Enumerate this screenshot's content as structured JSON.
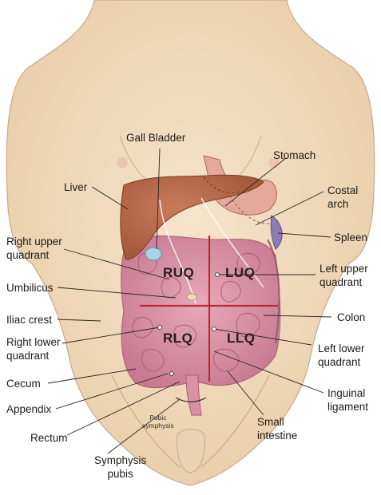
{
  "labels": {
    "gall_bladder": "Gall Bladder",
    "stomach": "Stomach",
    "liver": "Liver",
    "costal_arch": [
      "Costal",
      "arch"
    ],
    "right_upper_quadrant": [
      "Right upper",
      "quadrant"
    ],
    "spleen": "Spleen",
    "left_upper_quadrant": [
      "Left upper",
      "quadrant"
    ],
    "umbilicus": "Umbilicus",
    "iliac_crest": "Iliac crest",
    "colon": "Colon",
    "right_lower_quadrant": [
      "Right lower",
      "quadrant"
    ],
    "left_lower_quadrant": [
      "Left lower",
      "quadrant"
    ],
    "cecum": "Cecum",
    "inguinal_ligament": [
      "Inguinal",
      "ligament"
    ],
    "appendix": "Appendix",
    "pubic_symphysis": [
      "Pubic",
      "symphysis"
    ],
    "small_intestine": [
      "Small",
      "intestine"
    ],
    "rectum": "Rectum",
    "symphysis_pubis": [
      "Symphysis",
      "pubis"
    ]
  },
  "quadrants": {
    "ruq": "RUQ",
    "luq": "LUQ",
    "rlq": "RLQ",
    "llq": "LLQ"
  },
  "colors": {
    "skin": "#f2dcc0",
    "liver": "#b8694a",
    "intestine": "#d78fa3",
    "quadrant_lines": "#c0283a",
    "gallbladder": "#a9d4e6",
    "spleen": "#8e7bb4"
  }
}
